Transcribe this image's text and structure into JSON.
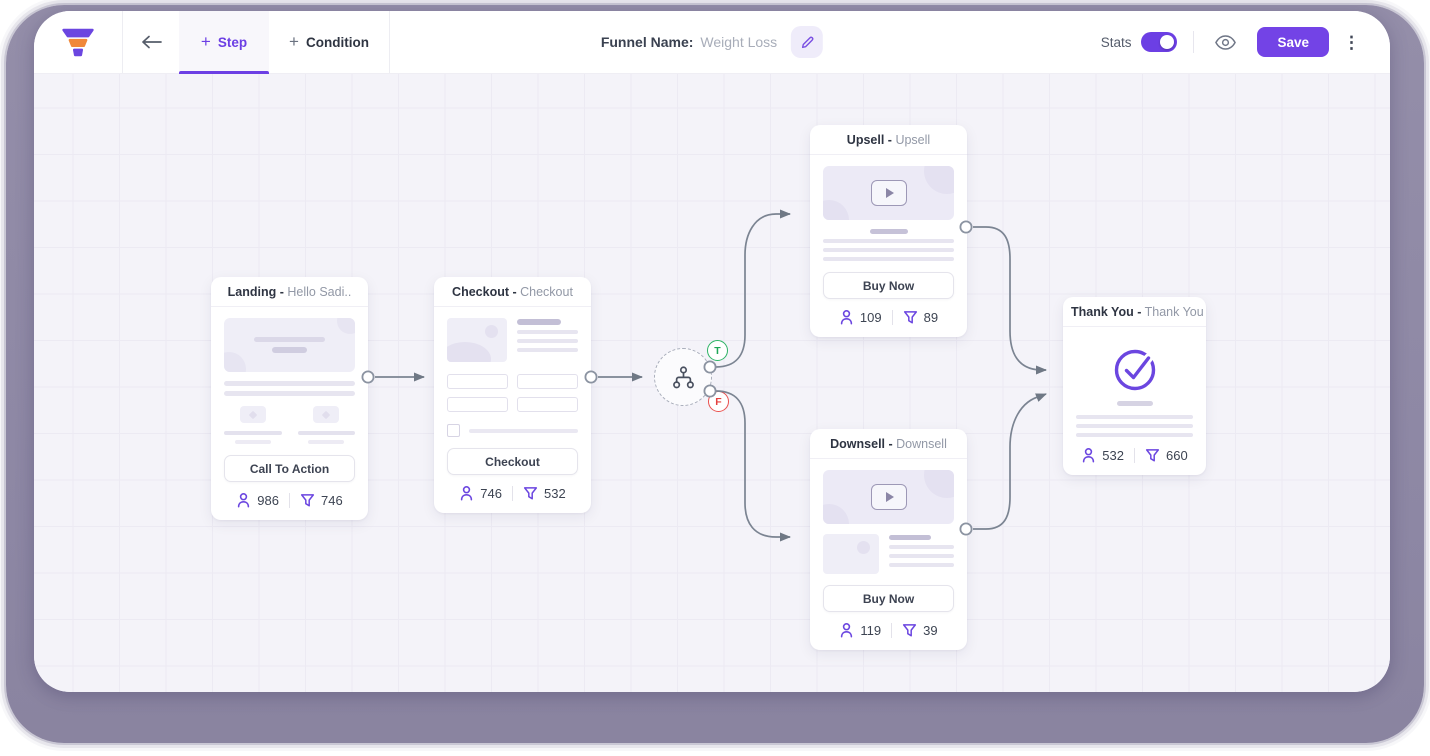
{
  "colors": {
    "accent_purple": "#6c3fe4",
    "logo_orange": "#f0883a",
    "true_green": "#2cb364",
    "false_red": "#ea4f4d",
    "connector_gray": "#76808f",
    "canvas_bg": "#f4f3f9",
    "frame_purple": "#8d87a4"
  },
  "icons": {
    "logo": "funnel-logo",
    "back": "arrow-left",
    "edit": "pencil",
    "preview": "eye",
    "more": "kebab-vertical",
    "visitors": "person",
    "conversions": "funnel-filter",
    "condition": "branch",
    "thankyou": "check-circle",
    "video": "play"
  },
  "toolbar": {
    "plus_glyph": "+",
    "tabs": [
      {
        "label": "Step"
      },
      {
        "label": "Condition"
      }
    ],
    "funnel_name_label": "Funnel Name:",
    "funnel_name_value": "Weight Loss",
    "stats_label": "Stats",
    "stats_on": true,
    "save_label": "Save",
    "kebab_glyph": "⋮"
  },
  "nodes": {
    "landing": {
      "type_label": "Landing -",
      "name": "Hello Sadi..",
      "button_label": "Call To Action",
      "visitors": "986",
      "conversions": "746"
    },
    "checkout": {
      "type_label": "Checkout -",
      "name": "Checkout",
      "button_label": "Checkout",
      "visitors": "746",
      "conversions": "532"
    },
    "condition": {
      "true_label": "T",
      "false_label": "F"
    },
    "upsell": {
      "type_label": "Upsell -",
      "name": "Upsell",
      "button_label": "Buy Now",
      "visitors": "109",
      "conversions": "89"
    },
    "downsell": {
      "type_label": "Downsell -",
      "name": "Downsell",
      "button_label": "Buy Now",
      "visitors": "119",
      "conversions": "39"
    },
    "thankyou": {
      "type_label": "Thank You -",
      "name": "Thank You",
      "visitors": "532",
      "conversions": "660"
    }
  }
}
